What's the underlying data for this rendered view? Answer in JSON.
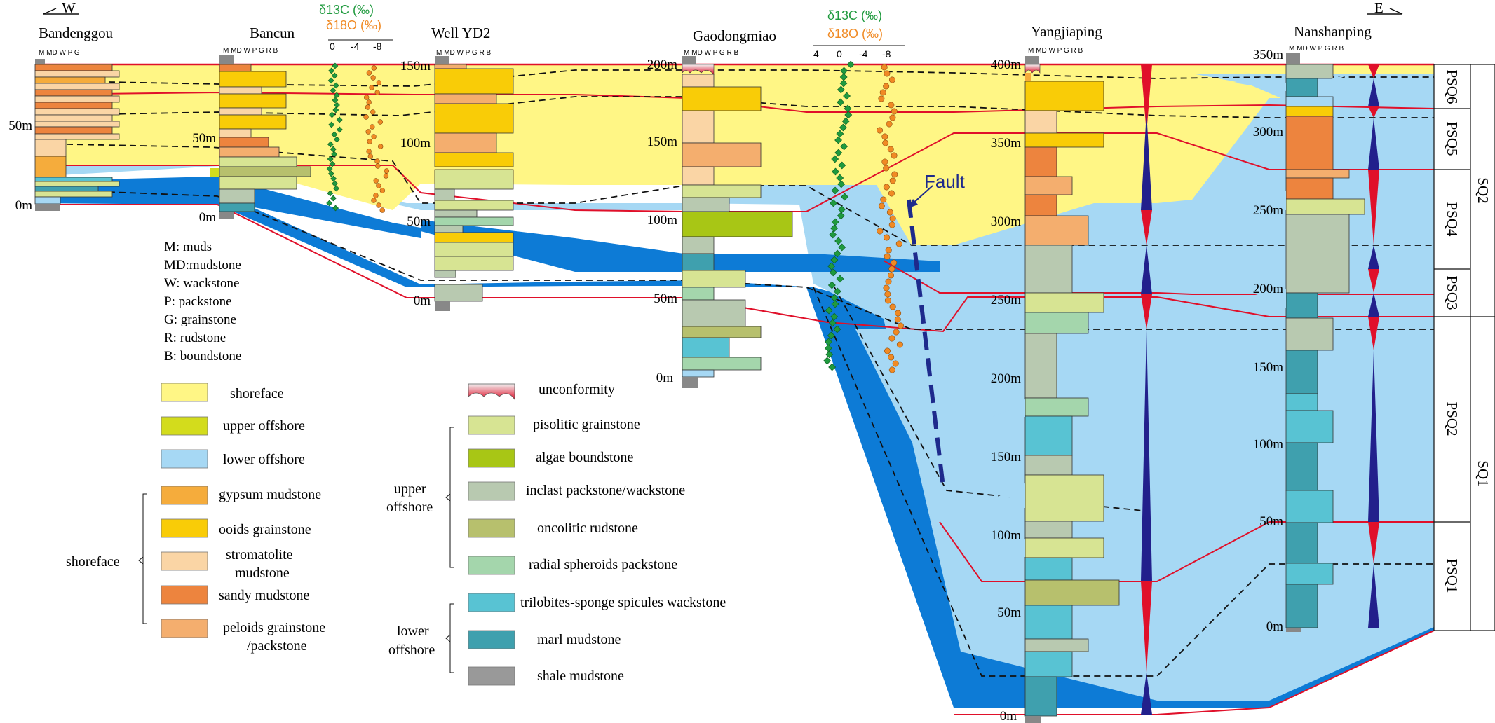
{
  "orientation": {
    "west": "W",
    "east": "E"
  },
  "sections": [
    {
      "name": "Bandenggou",
      "header": "M MD W P G",
      "depths": [
        "50m",
        "0m"
      ]
    },
    {
      "name": "Bancun",
      "header": "M MD W P G R B",
      "depths": [
        "50m",
        "0m"
      ]
    },
    {
      "name": "Well YD2",
      "header": "M MD W P G R B",
      "depths": [
        "150m",
        "100m",
        "50m",
        "0m"
      ]
    },
    {
      "name": "Gaodongmiao",
      "header": "M MD W P G R B",
      "depths": [
        "200m",
        "150m",
        "100m",
        "50m",
        "0m"
      ]
    },
    {
      "name": "Yangjiaping",
      "header": "M MD W P G R B",
      "depths": [
        "400m",
        "350m",
        "300m",
        "250m",
        "200m",
        "150m",
        "100m",
        "50m",
        "0m"
      ]
    },
    {
      "name": "Nanshanping",
      "header": "M MD W P G R B",
      "depths": [
        "350m",
        "300m",
        "250m",
        "200m",
        "150m",
        "100m",
        "50m",
        "0m"
      ]
    }
  ],
  "isotope_axes": [
    {
      "c13": "δ13C (‰)",
      "o18": "δ18O (‰)",
      "ticks": [
        "0",
        "-4",
        "-8"
      ]
    },
    {
      "c13": "δ13C (‰)",
      "o18": "δ18O (‰)",
      "ticks": [
        "4",
        "0",
        "-4",
        "-8"
      ]
    }
  ],
  "fault_label": "Fault",
  "sequences": {
    "psq": [
      "PSQ6",
      "PSQ5",
      "PSQ4",
      "PSQ3",
      "PSQ2",
      "PSQ1"
    ],
    "sq": [
      "SQ2",
      "SQ1"
    ]
  },
  "lithology_abbreviations": [
    "M: muds",
    "MD:mudstone",
    "W: wackstone",
    "P: packstone",
    "G: grainstone",
    "R: rudstone",
    "B: boundstone"
  ],
  "legend_facies": [
    {
      "label": "shoreface",
      "color": "#fff685"
    },
    {
      "label": "upper offshore",
      "color": "#d3dc1c"
    },
    {
      "label": "lower offshore",
      "color": "#a6d8f4"
    }
  ],
  "legend_shoreface": {
    "group_label": "shoreface",
    "items": [
      {
        "label": "gypsum mudstone",
        "color": "#f5ac3c"
      },
      {
        "label": "ooids grainstone",
        "color": "#f9cc07"
      },
      {
        "label": "stromatolite mudstone",
        "lines": [
          "stromatolite",
          "mudstone"
        ],
        "color": "#fad5a5"
      },
      {
        "label": "sandy mudstone",
        "color": "#ed843e"
      },
      {
        "label": "peloids grainstone /packstone",
        "lines": [
          "peloids grainstone",
          "/packstone"
        ],
        "color": "#f4ae6e"
      }
    ]
  },
  "legend_unconformity": {
    "label": "unconformity"
  },
  "legend_upper_offshore": {
    "group_label": [
      "upper",
      "offshore"
    ],
    "items": [
      {
        "label": "pisolitic grainstone",
        "color": "#d7e493"
      },
      {
        "label": "algae boundstone",
        "color": "#a8c615"
      },
      {
        "label": "inclast packstone/wackstone",
        "color": "#b8c9b0"
      },
      {
        "label": "oncolitic rudstone",
        "color": "#b7c06d"
      },
      {
        "label": "radial spheroids packstone",
        "color": "#a4d6ac"
      }
    ]
  },
  "legend_lower_offshore": {
    "group_label": [
      "lower",
      "offshore"
    ],
    "items": [
      {
        "label": "trilobites-sponge spicules wackstone",
        "color": "#58c3d3"
      },
      {
        "label": "marl mudstone",
        "color": "#3fa0ae"
      },
      {
        "label": "shale mudstone",
        "color": "#999999"
      }
    ]
  },
  "colors": {
    "shoreface_fill": "#fff685",
    "upper_offshore_fill": "#d3dc1c",
    "lower_offshore_fill": "#a6d8f4",
    "deep_fill": "#0d7bd6",
    "boundary_red": "#e0102a",
    "isotope_c13": "#1f9a3e",
    "isotope_o18": "#f08a24",
    "fault_blue": "#1e2a8c"
  }
}
